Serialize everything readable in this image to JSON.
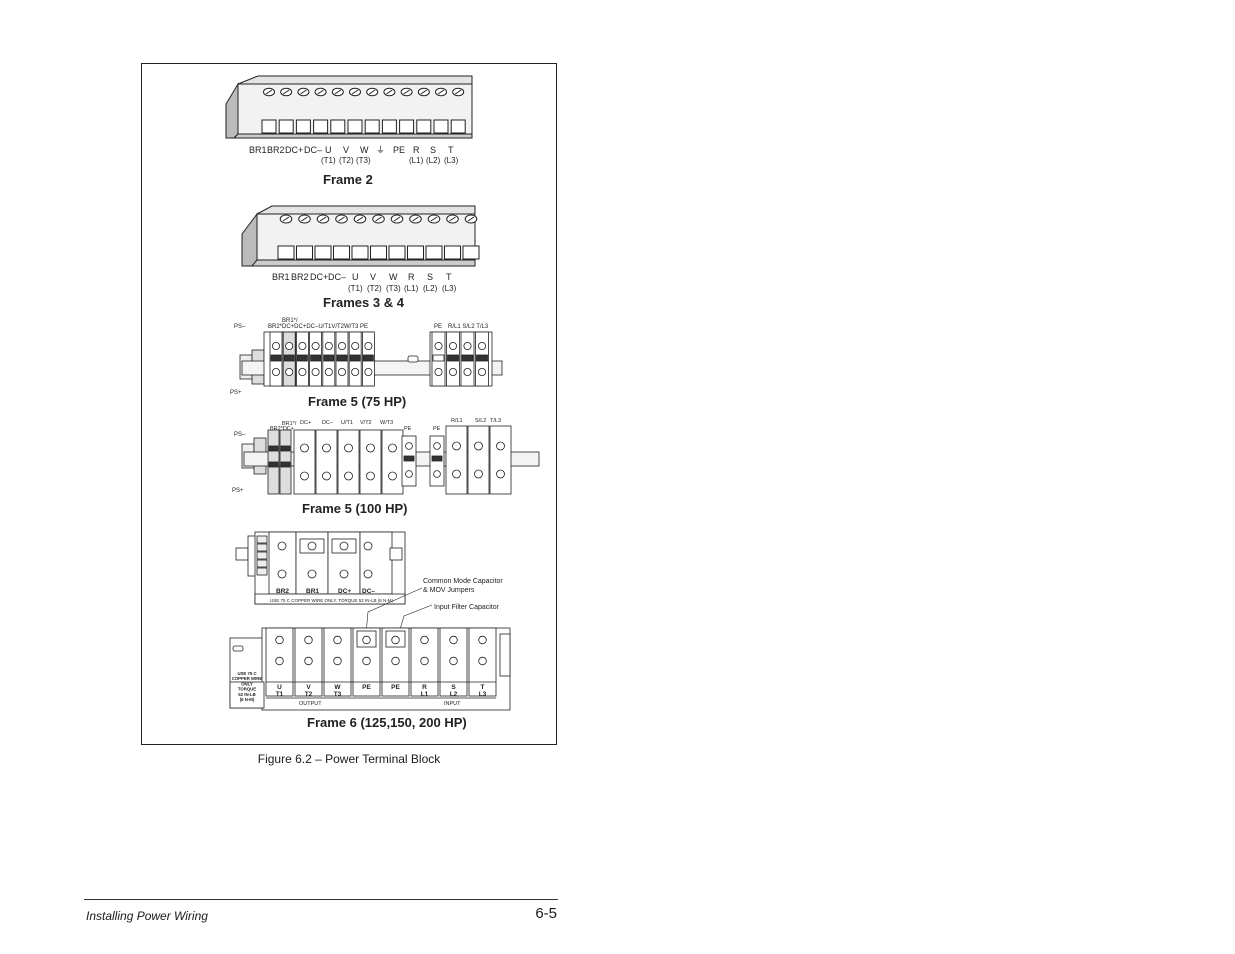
{
  "figure": {
    "caption": "Figure 6.2 – Power Terminal Block",
    "frame2": {
      "title": "Frame 2",
      "labels": [
        "BR1",
        "BR2",
        "DC+",
        "DC–",
        "U",
        "V",
        "W",
        "⏚",
        "PE",
        "R",
        "S",
        "T"
      ],
      "sublabels": [
        "(T1)",
        "(T2)",
        "(T3)",
        "(L1)",
        "(L2)",
        "(L3)"
      ]
    },
    "frames34": {
      "title": "Frames 3 & 4",
      "labels": [
        "BR1",
        "BR2",
        "DC+",
        "DC–",
        "U",
        "V",
        "W",
        "R",
        "S",
        "T"
      ],
      "sublabels": [
        "(T1)",
        "(T2)",
        "(T3)",
        "(L1)",
        "(L2)",
        "(L3)"
      ]
    },
    "frame5_75": {
      "title": "Frame 5 (75 HP)",
      "ps_minus": "PS–",
      "ps_plus": "PS+",
      "top_label": "BR1*/",
      "left_labels": "BR2*DC+DC+DC–U/T1V/T2W/T3 PE",
      "right_labels": [
        "PE",
        "R/L1 S/L2 T/L3"
      ]
    },
    "frame5_100": {
      "title": "Frame 5 (100 HP)",
      "ps_minus": "PS–",
      "ps_plus": "PS+",
      "labels": [
        "BR1*/",
        "BR2*DC+",
        "DC+",
        "DC–",
        "U/T1",
        "V/T2",
        "W/T3",
        "PE",
        "PE",
        "R/L1",
        "S/L2",
        "T/L3"
      ]
    },
    "frame6": {
      "title": "Frame 6 (125,150, 200 HP)",
      "top_terminals": [
        "BR2",
        "BR1",
        "DC+",
        "DC–"
      ],
      "top_note": "USE 75 C COPPER WIRE ONLY. TORQUE 52 IN-LB (6 N-M)",
      "callout1": "Common Mode Capacitor",
      "callout1b": "& MOV Jumpers",
      "callout2": "Input Filter Capacitor",
      "side_note": [
        "USE 75 C",
        "COPPER WIRE",
        "ONLY",
        "TORQUE",
        "52 IN-LB",
        "(6 N-M)"
      ],
      "bottom_terminals": [
        {
          "a": "U",
          "b": "T1"
        },
        {
          "a": "V",
          "b": "T2"
        },
        {
          "a": "W",
          "b": "T3"
        },
        {
          "a": "PE",
          "b": ""
        },
        {
          "a": "PE",
          "b": ""
        },
        {
          "a": "R",
          "b": "L1"
        },
        {
          "a": "S",
          "b": "L2"
        },
        {
          "a": "T",
          "b": "L3"
        }
      ],
      "group_output": "OUTPUT",
      "group_input": "INPUT"
    }
  },
  "footer": {
    "section": "Installing Power Wiring",
    "page": "6-5"
  }
}
